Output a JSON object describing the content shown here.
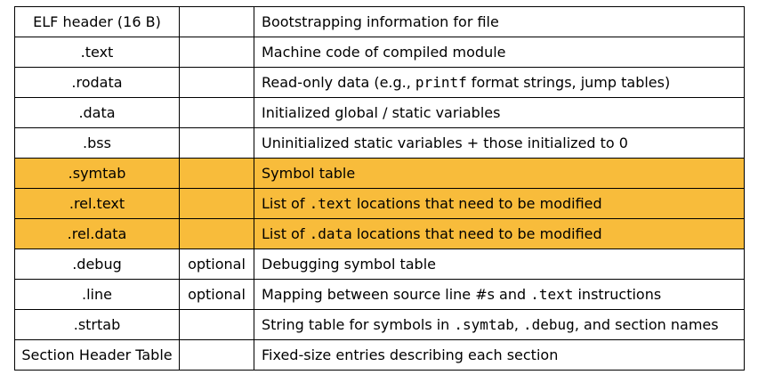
{
  "highlight_color": "#F8BC3B",
  "rows": [
    {
      "section": "ELF header (16 B)",
      "section_mono": false,
      "optional": "",
      "highlight": false,
      "desc": [
        {
          "t": "Bootstrapping information for file",
          "code": false
        }
      ]
    },
    {
      "section": ".text",
      "section_mono": true,
      "optional": "",
      "highlight": false,
      "desc": [
        {
          "t": "Machine code of compiled module",
          "code": false
        }
      ]
    },
    {
      "section": ".rodata",
      "section_mono": true,
      "optional": "",
      "highlight": false,
      "desc": [
        {
          "t": "Read-only data (e.g., ",
          "code": false
        },
        {
          "t": "printf",
          "code": true
        },
        {
          "t": " format strings, jump tables)",
          "code": false
        }
      ]
    },
    {
      "section": ".data",
      "section_mono": true,
      "optional": "",
      "highlight": false,
      "desc": [
        {
          "t": "Initialized global / static variables",
          "code": false
        }
      ]
    },
    {
      "section": ".bss",
      "section_mono": true,
      "optional": "",
      "highlight": false,
      "desc": [
        {
          "t": "Uninitialized static variables + those initialized to 0",
          "code": false
        }
      ]
    },
    {
      "section": ".symtab",
      "section_mono": true,
      "optional": "",
      "highlight": true,
      "desc": [
        {
          "t": "Symbol table",
          "code": false
        }
      ]
    },
    {
      "section": ".rel.text",
      "section_mono": true,
      "optional": "",
      "highlight": true,
      "desc": [
        {
          "t": "List of ",
          "code": false
        },
        {
          "t": ".text",
          "code": true
        },
        {
          "t": " locations that need to be modified",
          "code": false
        }
      ]
    },
    {
      "section": ".rel.data",
      "section_mono": true,
      "optional": "",
      "highlight": true,
      "desc": [
        {
          "t": "List of ",
          "code": false
        },
        {
          "t": ".data",
          "code": true
        },
        {
          "t": " locations that need to be modified",
          "code": false
        }
      ]
    },
    {
      "section": ".debug",
      "section_mono": true,
      "optional": "optional",
      "highlight": false,
      "desc": [
        {
          "t": "Debugging symbol table",
          "code": false
        }
      ]
    },
    {
      "section": ".line",
      "section_mono": true,
      "optional": "optional",
      "highlight": false,
      "desc": [
        {
          "t": "Mapping between source line #s and ",
          "code": false
        },
        {
          "t": ".text",
          "code": true
        },
        {
          "t": " instructions",
          "code": false
        }
      ]
    },
    {
      "section": ".strtab",
      "section_mono": true,
      "optional": "",
      "highlight": false,
      "desc": [
        {
          "t": "String table for symbols in ",
          "code": false
        },
        {
          "t": ".symtab",
          "code": true
        },
        {
          "t": ", ",
          "code": false
        },
        {
          "t": ".debug",
          "code": true
        },
        {
          "t": ", and section names",
          "code": false
        }
      ]
    },
    {
      "section": "Section Header Table",
      "section_mono": false,
      "optional": "",
      "highlight": false,
      "desc": [
        {
          "t": "Fixed-size entries describing each section",
          "code": false
        }
      ]
    }
  ]
}
